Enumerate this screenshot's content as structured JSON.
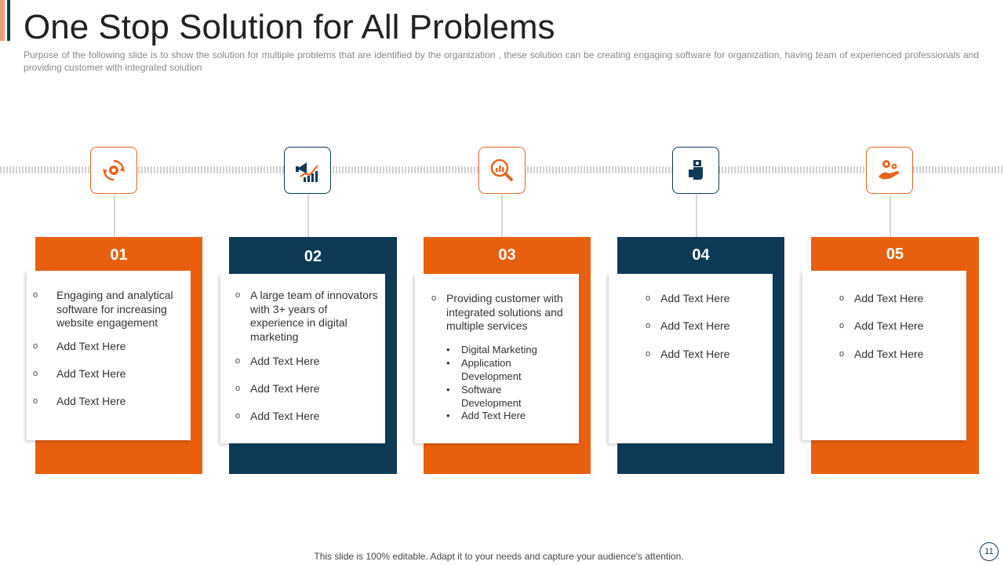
{
  "slide": {
    "title": "One Stop Solution for All Problems",
    "subtitle": "Purpose of the following slide is to show the solution for multiple problems that are identified by the organization , these solution can be creating engaging software for organization, having team of experienced professionals and providing  customer with integrated solution",
    "footer": "This slide is 100% editable. Adapt it to your needs and capture your audience's attention.",
    "page_number": "11"
  },
  "colors": {
    "orange": "#e8600f",
    "navy": "#0d3a57"
  },
  "columns": [
    {
      "number": "01",
      "icon": "gear-cycle-icon",
      "items": [
        "Engaging and analytical software for increasing website engagement",
        "Add Text Here",
        "Add Text Here",
        "Add Text Here"
      ]
    },
    {
      "number": "02",
      "icon": "megaphone-growth-icon",
      "items": [
        "A large team of innovators with 3+ years of experience in digital marketing",
        "Add Text Here",
        "Add Text Here",
        "Add Text Here"
      ]
    },
    {
      "number": "03",
      "icon": "analytics-magnifier-icon",
      "items": [
        "Providing customer with integrated solutions and multiple services"
      ],
      "subitems": [
        "Digital Marketing",
        "Application Development",
        "Software Development",
        "Add Text Here"
      ]
    },
    {
      "number": "04",
      "icon": "hand-money-icon",
      "items": [
        "Add Text Here",
        "Add Text Here",
        "Add Text Here"
      ]
    },
    {
      "number": "05",
      "icon": "hand-gear-icon",
      "items": [
        "Add Text Here",
        "Add Text Here",
        "Add Text Here"
      ]
    }
  ]
}
